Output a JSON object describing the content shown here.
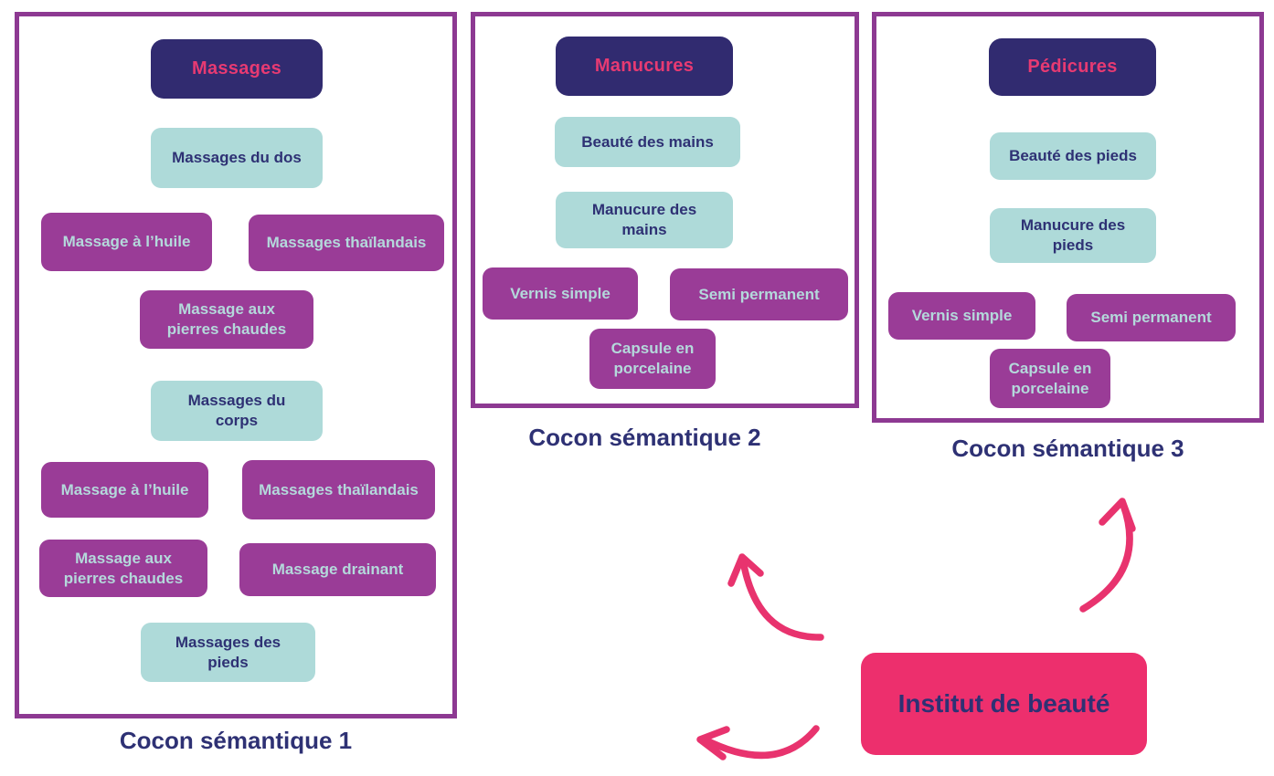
{
  "root": {
    "label": "Institut de beauté"
  },
  "cocons": [
    {
      "caption": "Cocon sémantique 1",
      "header": "Massages",
      "nodes": [
        {
          "label": "Massages du dos"
        },
        {
          "label": "Massage à l’huile"
        },
        {
          "label": "Massages thaïlandais"
        },
        {
          "label": "Massage aux\npierres chaudes"
        },
        {
          "label": "Massages du\ncorps"
        },
        {
          "label": "Massage à l’huile"
        },
        {
          "label": "Massages thaïlandais"
        },
        {
          "label": "Massage aux\npierres chaudes"
        },
        {
          "label": "Massage drainant"
        },
        {
          "label": "Massages des\npieds"
        }
      ]
    },
    {
      "caption": "Cocon sémantique 2",
      "header": "Manucures",
      "nodes": [
        {
          "label": "Beauté des mains"
        },
        {
          "label": "Manucure des\nmains"
        },
        {
          "label": "Vernis simple"
        },
        {
          "label": "Semi permanent"
        },
        {
          "label": "Capsule en\nporcelaine"
        }
      ]
    },
    {
      "caption": "Cocon sémantique 3",
      "header": "Pédicures",
      "nodes": [
        {
          "label": "Beauté des pieds"
        },
        {
          "label": "Manucure des\npieds"
        },
        {
          "label": "Vernis simple"
        },
        {
          "label": "Semi permanent"
        },
        {
          "label": "Capsule en\nporcelaine"
        }
      ]
    }
  ],
  "colors": {
    "box_border": "#8d3992",
    "header_bg": "#312b70",
    "header_text": "#e73a72",
    "topic_bg": "#aedad9",
    "topic_text": "#2e3174",
    "leaf_bg": "#9a3c97",
    "leaf_text": "#b4d9db",
    "root_bg": "#ed2f6d",
    "root_text": "#2e3174",
    "arrow": "#e8336e"
  }
}
